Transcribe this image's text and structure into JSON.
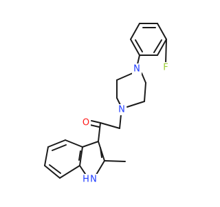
{
  "molecule": {
    "atom_labels": {
      "fluorine": "F",
      "nitrogen_top": "N",
      "nitrogen_bottom": "N",
      "oxygen": "O",
      "indole_nh": "H",
      "indole_n": "N"
    },
    "colors": {
      "bond": "#1a1a1a",
      "fluorine": "#9acd32",
      "nitrogen": "#1f3cff",
      "oxygen": "#ff1a1a",
      "background": "#ffffff"
    }
  }
}
